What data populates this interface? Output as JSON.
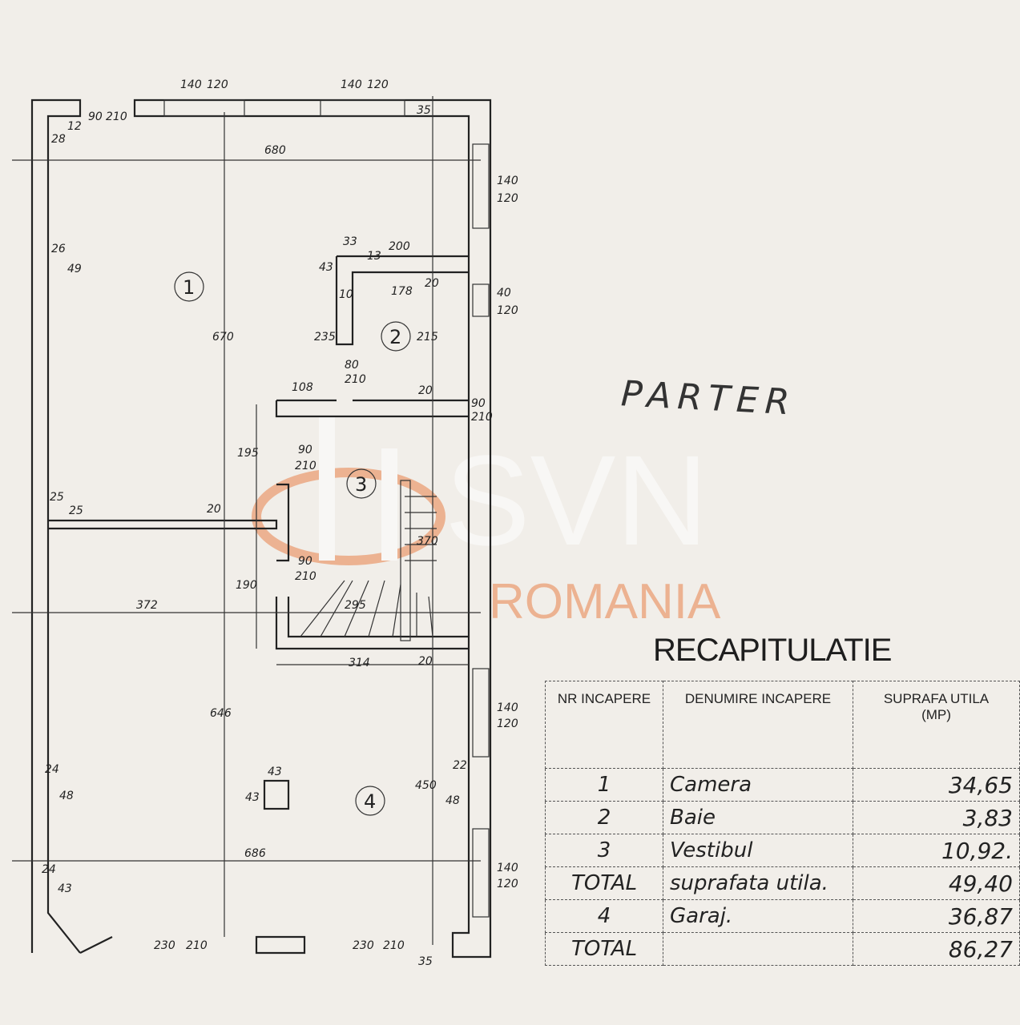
{
  "plan": {
    "floor_label": "PARTER",
    "rooms": [
      "1",
      "2",
      "3",
      "4"
    ],
    "dimensions": {
      "win_top_1": [
        "140",
        "120"
      ],
      "win_top_2": [
        "140",
        "120"
      ],
      "door_top_left": [
        "90",
        "210"
      ],
      "pier_top_left": [
        "28",
        "12"
      ],
      "width_top": "680",
      "win_right_1": [
        "140",
        "120"
      ],
      "bath_33": "33",
      "bath_200": "200",
      "bath_13": "13",
      "bath_43": "43",
      "bath_10": "10",
      "bath_178": "178",
      "bath_20a": "20",
      "win_bath": [
        "40",
        "120"
      ],
      "pier_left_1": [
        "26",
        "49"
      ],
      "height_room1": "670",
      "bath_235": "235",
      "bath_215": "215",
      "door_bath": [
        "80",
        "210"
      ],
      "d_108": "108",
      "d_20b": "20",
      "d_195": "195",
      "door_vest_1": [
        "90",
        "210"
      ],
      "door_vest_2": [
        "90",
        "210"
      ],
      "door_vest_3": [
        "90",
        "210"
      ],
      "pier_left_2": [
        "25",
        "25"
      ],
      "d_20c": "20",
      "stair_370": "370",
      "d_190": "190",
      "d_372": "372",
      "stair_295": "295",
      "d_314": "314",
      "d_20d": "20",
      "win_right_2": [
        "140",
        "120"
      ],
      "height_garage": "646",
      "d_450": "450",
      "pier_right": [
        "22",
        "48"
      ],
      "pier_left_3": [
        "24",
        "48"
      ],
      "chimney": [
        "43",
        "43"
      ],
      "width_bottom": "686",
      "pier_left_4": [
        "24",
        "43"
      ],
      "win_right_3": [
        "140",
        "120"
      ],
      "gate_1": [
        "230",
        "210"
      ],
      "gate_2": [
        "230",
        "210"
      ],
      "d_35a": "35",
      "d_35b": "35"
    }
  },
  "watermark": {
    "brand": "SVN",
    "sub": "ROMANIA"
  },
  "recap": {
    "title": "RECAPITULATIE",
    "headers": [
      "NR INCAPERE",
      "DENUMIRE INCAPERE",
      "SUPRAFA UTILA",
      "(MP)"
    ],
    "rows": [
      {
        "nr": "1",
        "name": "Camera",
        "area": "34,65"
      },
      {
        "nr": "2",
        "name": "Baie",
        "area": "3,83"
      },
      {
        "nr": "3",
        "name": "Vestibul",
        "area": "10,92."
      },
      {
        "nr": "TOTAL",
        "name": "suprafata utila.",
        "area": "49,40"
      },
      {
        "nr": "4",
        "name": "Garaj.",
        "area": "36,87"
      },
      {
        "nr": "TOTAL",
        "name": "",
        "area": "86,27"
      }
    ]
  },
  "colors": {
    "paper": "#f1eee9",
    "ink": "#222222",
    "watermark_orange": "#e8824a"
  }
}
